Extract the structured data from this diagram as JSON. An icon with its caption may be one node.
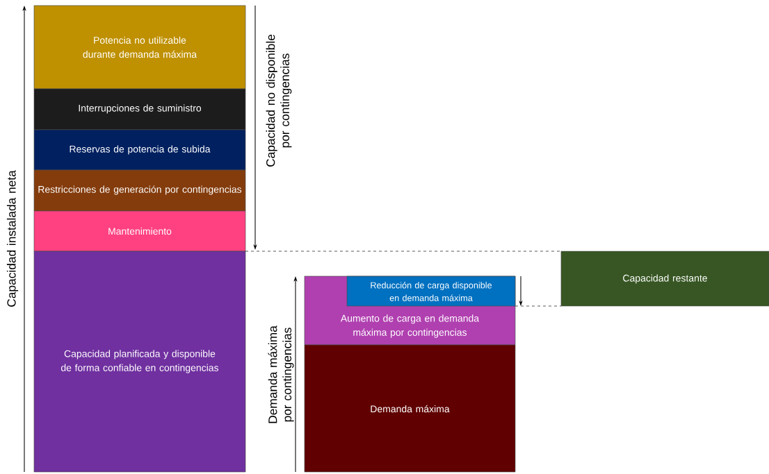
{
  "diagram": {
    "nodes": [
      {
        "text": [
          "Potencia no utilizable durante demanda máxima"
        ]
      },
      {
        "text": [
          "Interrupciones de suministro"
        ]
      },
      {
        "text": [
          "Reservas de potencia de subida"
        ]
      },
      {
        "text": [
          "Restricciones de generación por contingencias"
        ]
      },
      {
        "text": [
          "Mantenimiento"
        ]
      },
      {
        "text": [
          "Capacidad planificada y disponible de forma confiable en contingencias"
        ]
      },
      {
        "text": [
          "Aumento de carga en demanda máxima por contingencias"
        ]
      },
      {
        "text": [
          "Reducción de carga disponible en demanda máxima"
        ],
        "in": 6
      },
      {
        "text": [
          "Demanda máxima"
        ]
      },
      {
        "text": [
          "Capacidad restante"
        ]
      }
    ],
    "labels": [
      "Capacidad instalada neta",
      "Capacidad no disponible por contingencias",
      "Demanda máxima por contingencias"
    ]
  }
}
